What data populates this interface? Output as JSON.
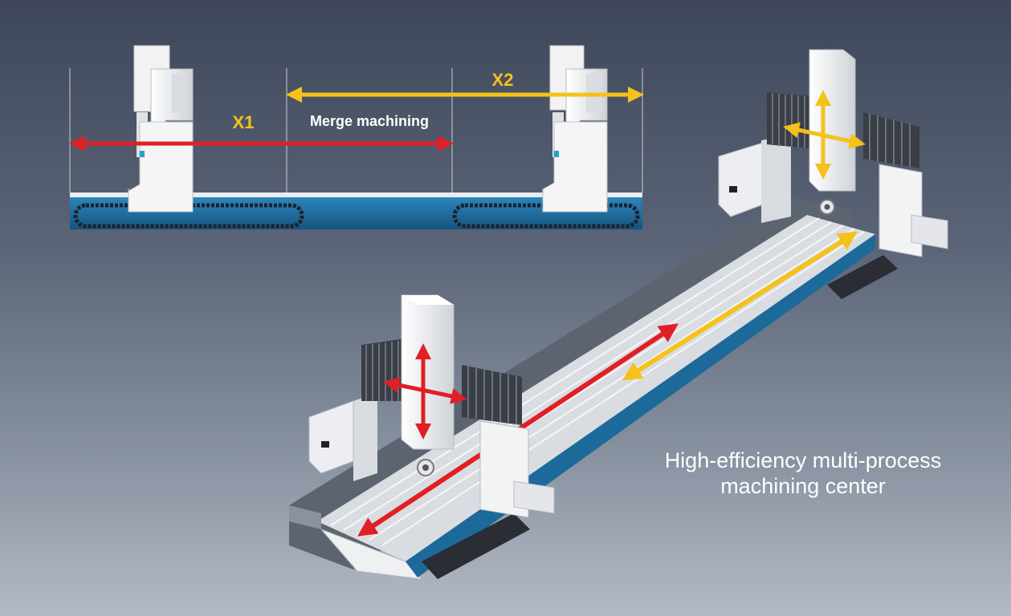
{
  "top_diagram": {
    "x1_label": "X1",
    "x2_label": "X2",
    "merge_label": "Merge machining"
  },
  "caption": {
    "line1": "High-efficiency multi-process",
    "line2": "machining center"
  },
  "colors": {
    "x1_arrow": "#e01f26",
    "x2_arrow": "#f4c21a",
    "bed_blue": "#1f6fa3",
    "machine_white": "#eeeeee",
    "background_top": "#3e4759",
    "background_bottom": "#b4bac4"
  }
}
